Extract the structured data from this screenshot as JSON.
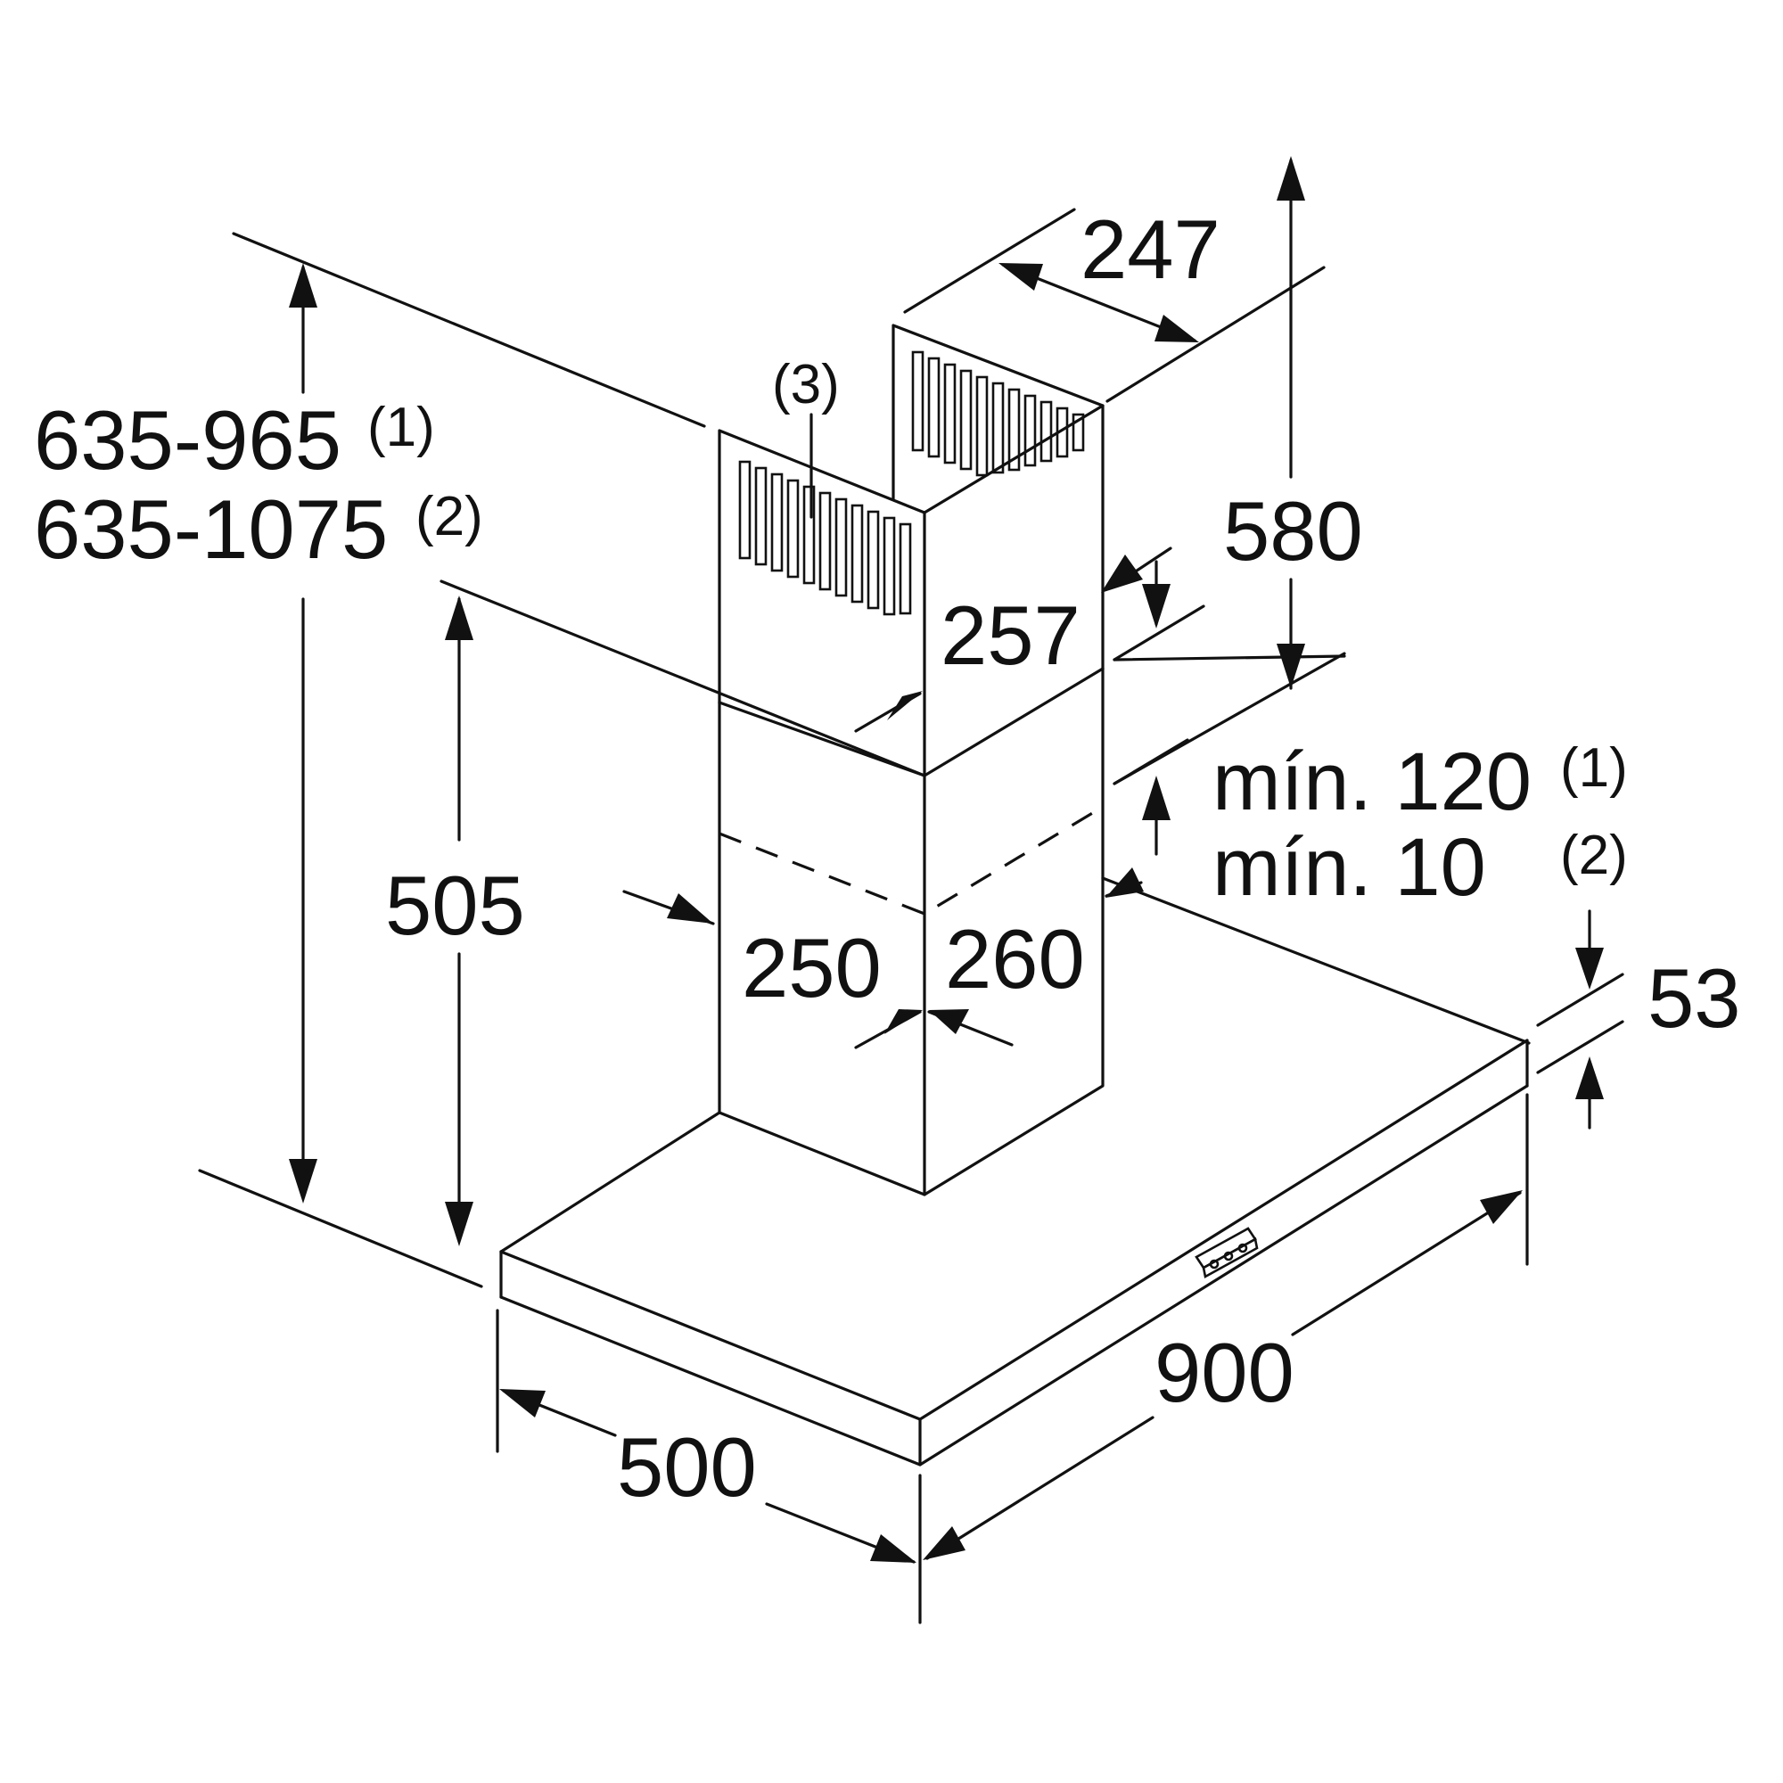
{
  "diagram": {
    "dimensions": {
      "height_total_1": "635-965",
      "height_total_1_note": "(1)",
      "height_total_2": "635-1075",
      "height_total_2_note": "(2)",
      "chimney_lower": "505",
      "chimney_depth_top": "247",
      "chimney_upper": "580",
      "chimney_inner": "257",
      "chimney_width_left": "250",
      "chimney_width_right": "260",
      "clearance_1": "mín. 120",
      "clearance_1_note": "(1)",
      "clearance_2": "mín. 10",
      "clearance_2_note": "(2)",
      "canopy_height": "53",
      "canopy_width": "900",
      "canopy_depth": "500",
      "vent_note": "(3)"
    }
  }
}
